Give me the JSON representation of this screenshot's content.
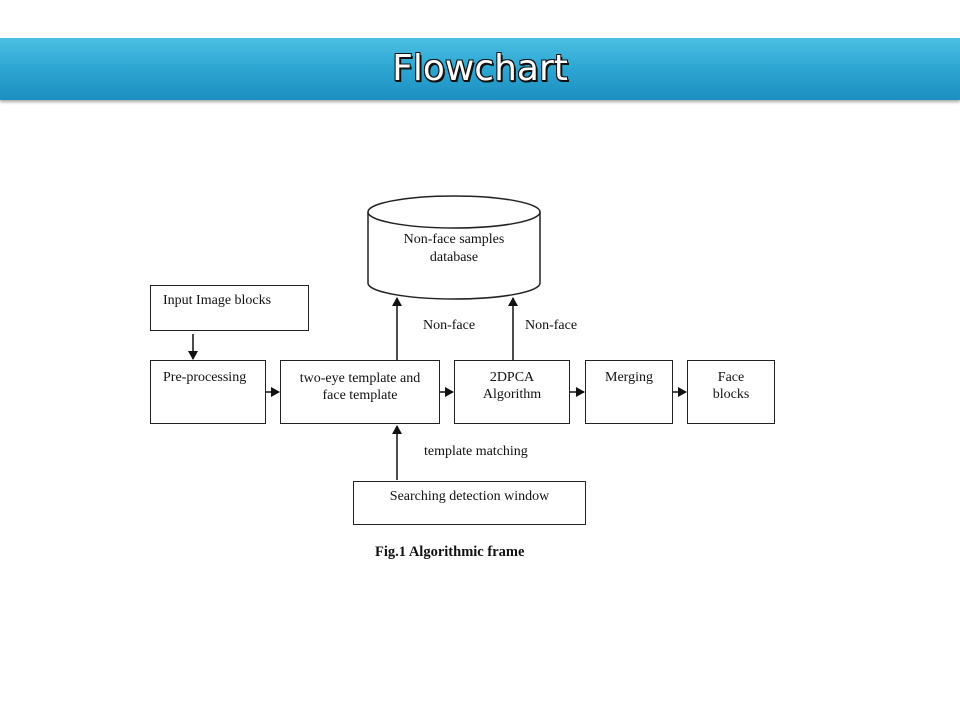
{
  "header": {
    "title": "Flowchart"
  },
  "diagram": {
    "database": "Non-face samples database",
    "nodes": {
      "input": "Input Image blocks",
      "preprocessing": "Pre-processing",
      "template": "two-eye template and face template",
      "twodpca": "2DPCA Algorithm",
      "merging": "Merging",
      "face": "Face blocks",
      "search": "Searching detection window"
    },
    "edge_labels": {
      "nonface_left": "Non-face",
      "nonface_right": "Non-face",
      "template_matching": "template matching"
    },
    "caption": "Fig.1 Algorithmic frame"
  }
}
